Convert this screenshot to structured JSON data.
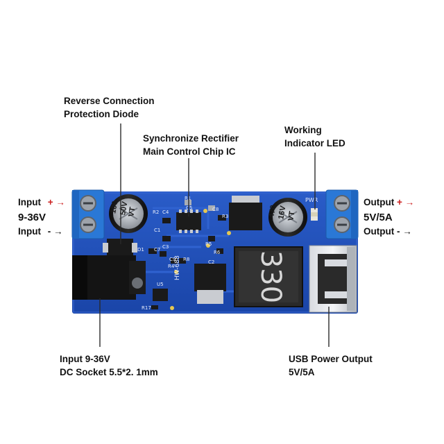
{
  "callouts": {
    "reverse_diode": [
      "Reverse Connection",
      "Protection Diode"
    ],
    "sync_rectifier": [
      "Synchronize Rectifier",
      "Main Control Chip IC"
    ],
    "indicator_led": [
      "Working",
      "Indicator LED"
    ],
    "dc_socket": [
      "Input 9-36V",
      "DC Socket 5.5*2. 1mm"
    ],
    "usb_output": [
      "USB Power Output",
      "5V/5A"
    ]
  },
  "input_side": {
    "plus_label": "Input",
    "plus_sign": "+",
    "arrow": "→",
    "voltage": "9-36V",
    "minus_label": "Input",
    "minus_sign": "-"
  },
  "output_side": {
    "plus_label": "Output",
    "plus_sign": "+",
    "arrow": "→",
    "rating": "5V/5A",
    "minus_label": "Output",
    "minus_sign": "-"
  },
  "board_markings": {
    "cap_left": [
      "100",
      "50V",
      "VT"
    ],
    "cap_right": [
      "470",
      "16V",
      "VT"
    ],
    "inductor": "330",
    "model": "HW-688",
    "pwr": "PWR",
    "refs": [
      "R1",
      "R2",
      "C4",
      "C5",
      "C8",
      "R3",
      "D1",
      "C7",
      "R5",
      "R6",
      "C3",
      "R4",
      "C9",
      "R8",
      "U5",
      "R17",
      "C1",
      "C2"
    ]
  },
  "colors": {
    "pcb": "#1f4fb5",
    "terminal": "#2a78d6",
    "capacitor": "#1c1c1c",
    "capacitor_top": "#b8bcc2",
    "arrow_red": "#cc2020"
  }
}
